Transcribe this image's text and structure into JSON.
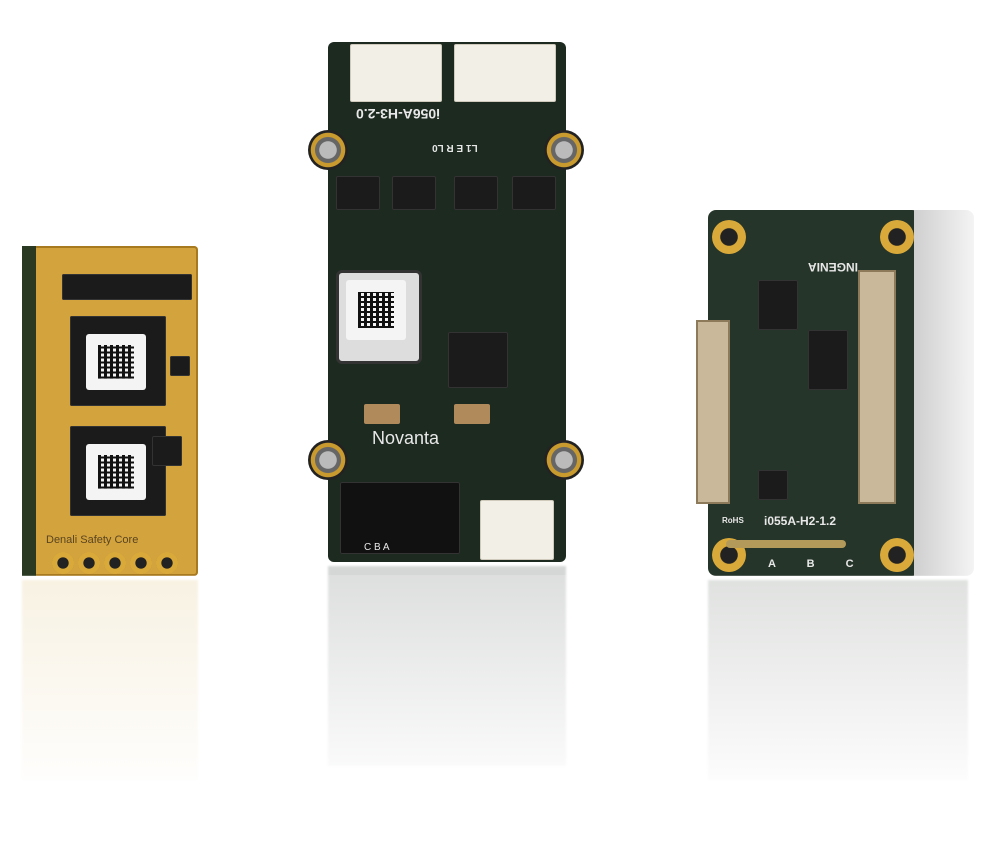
{
  "products": [
    {
      "name": "denali",
      "silkscreen": "Denali Safety Core",
      "color": "#d7a640"
    },
    {
      "name": "novanta",
      "brand": "Novanta",
      "model": "i056A-H3-2.0",
      "led_labels": "L1 E R L0",
      "pin_labels": "C B A",
      "color": "#1c2a20"
    },
    {
      "name": "ingenia",
      "brand": "INGENIA",
      "model": "i055A-H2-1.2",
      "rohs": "RoHS",
      "pin_labels": "A B C",
      "color": "#26352a"
    }
  ]
}
